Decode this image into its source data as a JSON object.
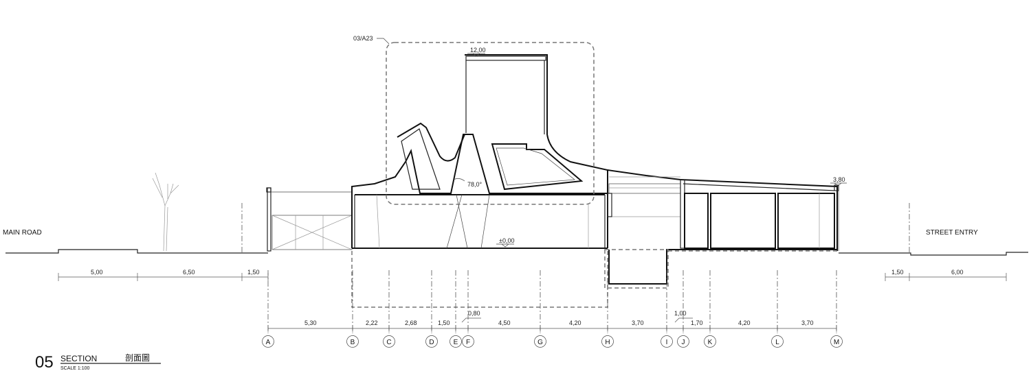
{
  "title_block": {
    "number": "05",
    "title": "SECTION",
    "title_cn": "剖面圖",
    "scale": "SCALE 1:100"
  },
  "labels": {
    "main_road": "MAIN ROAD",
    "street_entry": "STREET ENTRY",
    "detail_ref": "03/A23",
    "angle": "78,0°"
  },
  "levels": {
    "top": "12,00",
    "right": "3,80",
    "ground": "±0,00"
  },
  "grid_lines": [
    "A",
    "B",
    "C",
    "D",
    "E",
    "F",
    "G",
    "H",
    "I",
    "J",
    "K",
    "L",
    "M"
  ],
  "bottom_dims": [
    "5,30",
    "2,22",
    "2,68",
    "1,50",
    "0,80",
    "4,50",
    "4,20",
    "3,70",
    "1,00",
    "1,70",
    "4,20",
    "3,70"
  ],
  "left_dims": [
    "5,00",
    "6,50",
    "1,50"
  ],
  "right_dims": [
    "1,50",
    "6,00"
  ]
}
